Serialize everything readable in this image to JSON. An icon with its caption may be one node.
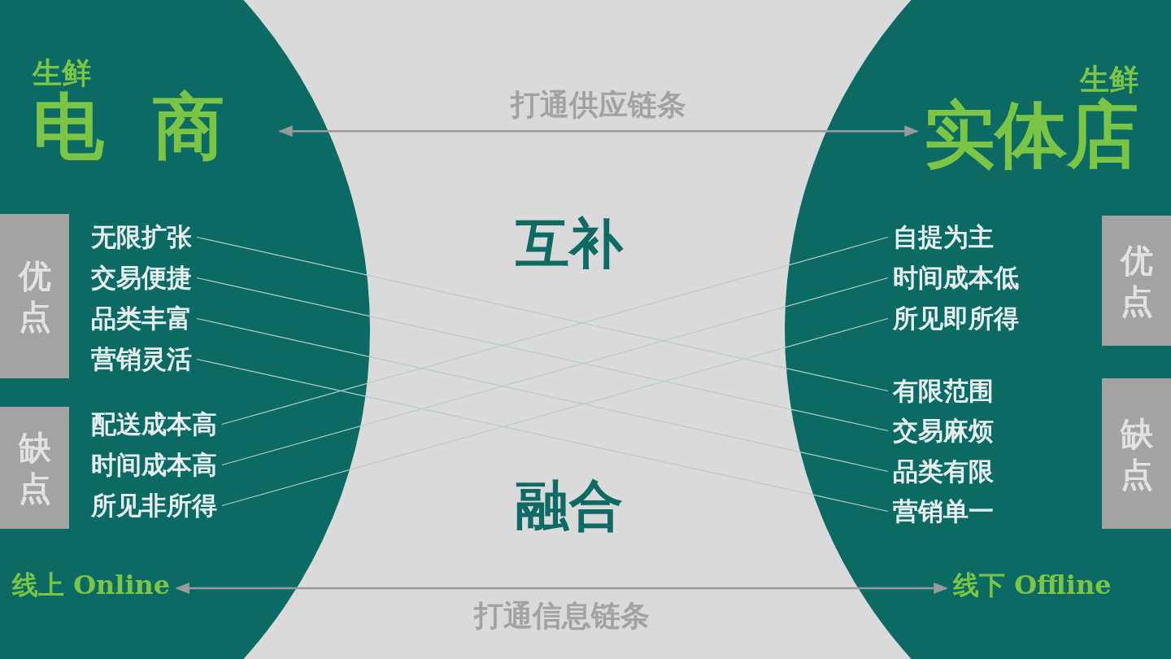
{
  "diagram": {
    "nodes": [
      {
        "text": [],
        "shape": "circle"
      },
      {
        "text": [
          "生鲜",
          "电商"
        ],
        "in": 0
      },
      {
        "text": [
          "优点"
        ],
        "in": 0
      },
      {
        "text": [
          "无限扩张"
        ],
        "in": 0
      },
      {
        "text": [
          "交易便捷"
        ],
        "in": 0
      },
      {
        "text": [
          "品类丰富"
        ],
        "in": 0
      },
      {
        "text": [
          "营销灵活"
        ],
        "in": 0
      },
      {
        "text": [
          "缺点"
        ],
        "in": 0
      },
      {
        "text": [
          "配送成本高"
        ],
        "in": 0
      },
      {
        "text": [
          "时间成本高"
        ],
        "in": 0
      },
      {
        "text": [
          "所见非所得"
        ],
        "in": 0
      },
      {
        "text": [
          "线上 Online"
        ],
        "in": 0
      },
      {
        "text": [],
        "shape": "circle"
      },
      {
        "text": [
          "生鲜",
          "实体店"
        ],
        "in": 12
      },
      {
        "text": [
          "自提为主"
        ],
        "in": 12
      },
      {
        "text": [
          "时间成本低"
        ],
        "in": 12
      },
      {
        "text": [
          "所见即所得"
        ],
        "in": 12
      },
      {
        "text": [
          "优点"
        ],
        "in": 12
      },
      {
        "text": [
          "有限范围"
        ],
        "in": 12
      },
      {
        "text": [
          "交易麻烦"
        ],
        "in": 12
      },
      {
        "text": [
          "品类有限"
        ],
        "in": 12
      },
      {
        "text": [
          "营销单一"
        ],
        "in": 12
      },
      {
        "text": [
          "缺点"
        ],
        "in": 12
      },
      {
        "text": [
          "线下 Offline"
        ],
        "in": 12
      }
    ],
    "edges": [
      {
        "from": 1,
        "to": 13,
        "arrow": "both",
        "label": "打通供应链条"
      },
      {
        "from": 11,
        "to": 23,
        "arrow": "both",
        "label": "打通信息链条"
      },
      {
        "from": 3,
        "to": 18,
        "arrow": "none"
      },
      {
        "from": 4,
        "to": 19,
        "arrow": "none"
      },
      {
        "from": 5,
        "to": 20,
        "arrow": "none"
      },
      {
        "from": 6,
        "to": 21,
        "arrow": "none"
      },
      {
        "from": 8,
        "to": 14,
        "arrow": "none"
      },
      {
        "from": 9,
        "to": 15,
        "arrow": "none"
      },
      {
        "from": 10,
        "to": 16,
        "arrow": "none"
      }
    ],
    "labels": [
      "互补",
      "融合"
    ]
  }
}
